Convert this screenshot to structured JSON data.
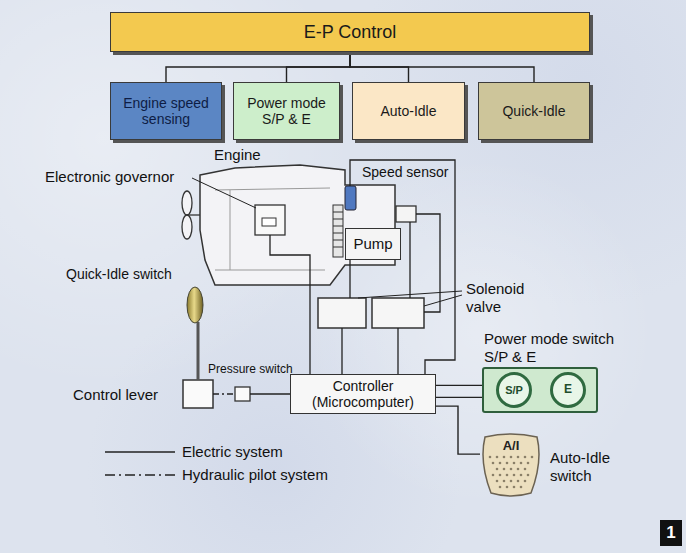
{
  "diagram": {
    "nodes": [
      {
        "text": [
          "E-P Control"
        ]
      },
      {
        "text": [
          "Engine speed sensing"
        ]
      },
      {
        "text": [
          "Power mode S/P & E"
        ]
      },
      {
        "text": [
          "Auto-Idle"
        ]
      },
      {
        "text": [
          "Quick-Idle"
        ]
      },
      {
        "text": [
          "Pump"
        ]
      },
      {
        "text": [
          "Controller (Microcomputer)"
        ]
      },
      {
        "text": [
          "Power mode switch S/P & E"
        ]
      },
      {
        "text": [
          "S/P"
        ],
        "in": 7
      },
      {
        "text": [
          "E"
        ],
        "in": 7
      },
      {
        "text": [
          "A/I",
          "Auto-Idle switch"
        ]
      },
      {
        "text": [
          "1"
        ]
      }
    ],
    "edges": [
      {
        "from": 0,
        "to": 1,
        "arrow": "none"
      },
      {
        "from": 0,
        "to": 2,
        "arrow": "none"
      },
      {
        "from": 0,
        "to": 3,
        "arrow": "none"
      },
      {
        "from": 0,
        "to": 4,
        "arrow": "none"
      },
      {
        "from": 6,
        "to": 7,
        "arrow": "none"
      },
      {
        "from": 6,
        "to": 7,
        "arrow": "none"
      },
      {
        "from": 6,
        "to": 10,
        "arrow": "none"
      }
    ],
    "labels": [
      "Engine",
      "Electronic governor",
      "Speed sensor",
      "Solenoid valve",
      "Quick-Idle switch",
      "Pressure switch",
      "Control lever"
    ],
    "legend": [
      {
        "text": "Electric system"
      },
      {
        "text": "Hydraulic pilot system"
      }
    ]
  }
}
